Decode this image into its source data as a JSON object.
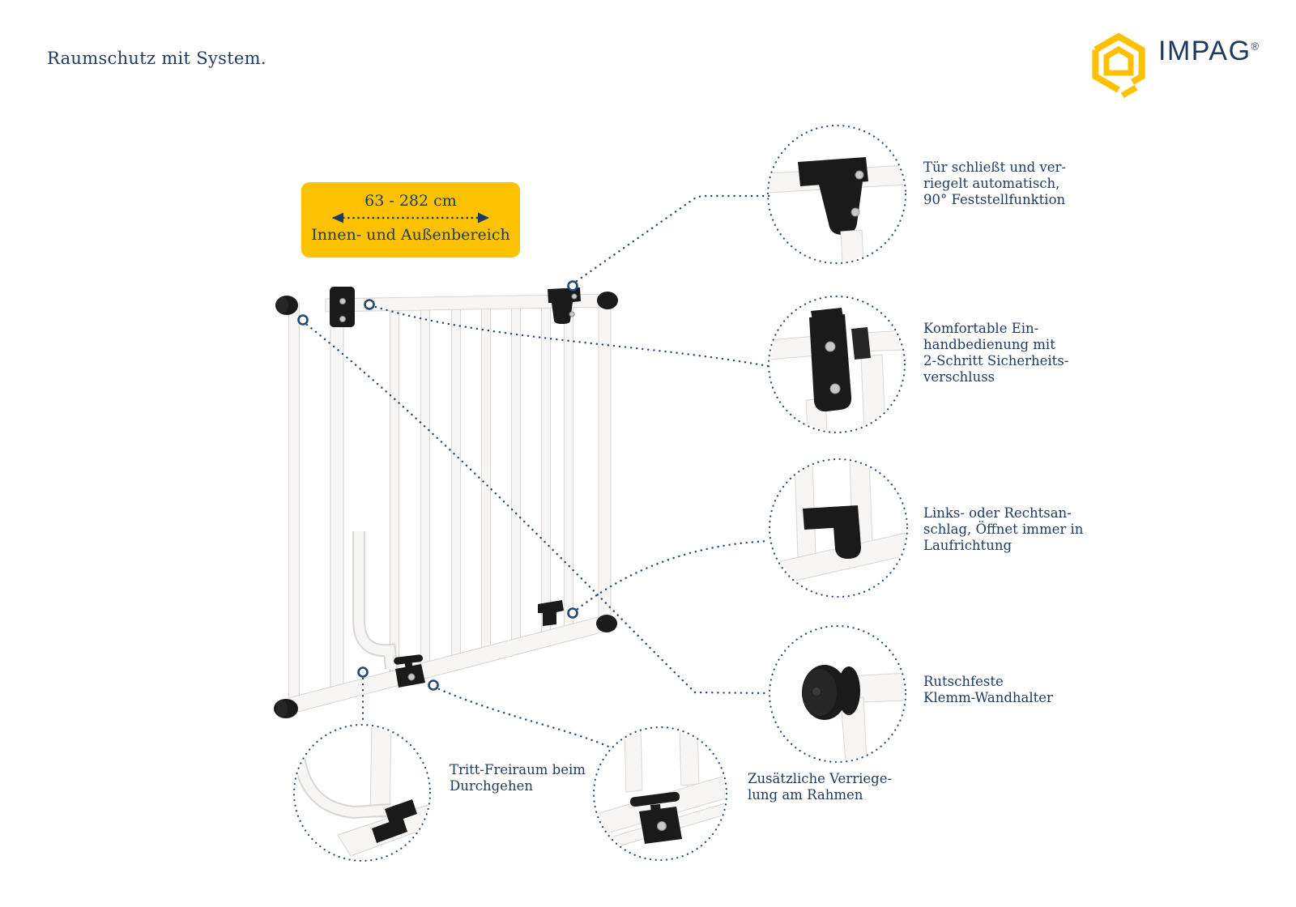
{
  "colors": {
    "navy": "#1e3a5f",
    "dot_navy": "#24486e",
    "yellow": "#fcc200",
    "bar_white": "#f7f6f4",
    "bar_edge": "#d8d7d3",
    "part_black": "#1a1a1a"
  },
  "header": {
    "title": "Raumschutz mit System.",
    "logo": {
      "brand": "IMPAG",
      "registered": "®",
      "icon": "impag-hexagon-logo"
    }
  },
  "badge": {
    "range": "63 - 282 cm",
    "area": "Innen- und Außenbereich",
    "arrow_icon": "double-headed-arrow-icon"
  },
  "callouts": [
    {
      "id": "door-auto-close",
      "text": "Tür schließt und ver-\nriegelt automatisch,\n90° Feststellfunktion"
    },
    {
      "id": "one-hand-operation",
      "text": "Komfortable Ein-\nhandbedienung mit\n2-Schritt Sicherheits-\nverschluss"
    },
    {
      "id": "left-right-opening",
      "text": "Links- oder Rechtsan-\nschlag, Öffnet immer in\nLaufrichtung"
    },
    {
      "id": "non-slip-clamp",
      "text": "Rutschfeste\nKlemm-Wandhalter"
    },
    {
      "id": "step-clearance",
      "text": "Tritt-Freiraum beim\nDurchgehen"
    },
    {
      "id": "extra-frame-lock",
      "text": "Zusätzliche Verriege-\nlung am Rahmen"
    }
  ]
}
